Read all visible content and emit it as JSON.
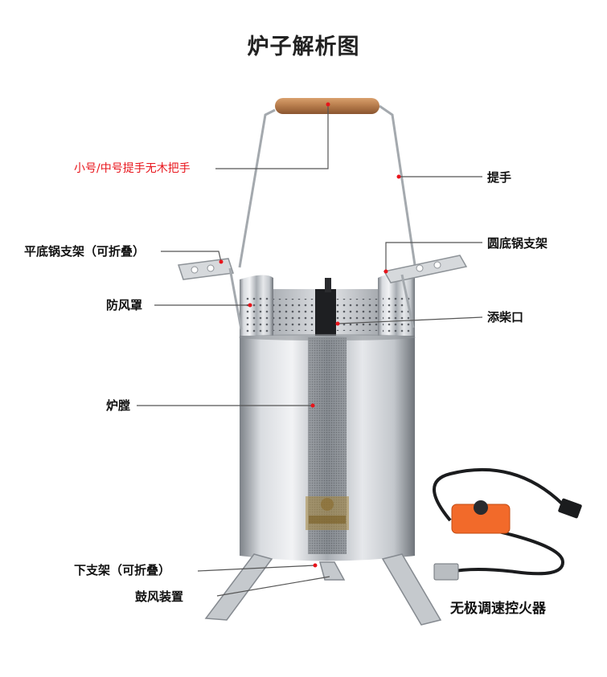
{
  "title": "炉子解析图",
  "labels": {
    "handle_note": "小号/中号提手无木把手",
    "handle": "提手",
    "flat_pot_stand": "平底锅支架（可折叠）",
    "round_pot_stand": "圆底锅支架",
    "windshield": "防风罩",
    "fuel_port": "添柴口",
    "chamber": "炉膛",
    "lower_stand": "下支架（可折叠）",
    "blower": "鼓风装置",
    "speed_controller": "无极调速控火器"
  },
  "colors": {
    "annotation_red": "#e8141b",
    "steel": "#c9ccd0",
    "wood_handle": "#b57a4a",
    "switch_orange": "#f26a2a"
  }
}
